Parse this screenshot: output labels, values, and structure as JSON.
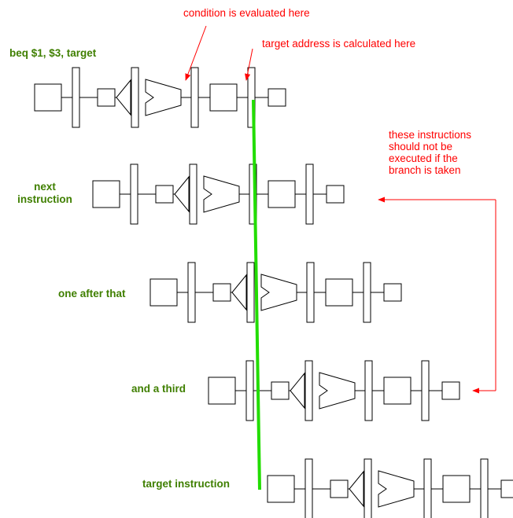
{
  "annotations": {
    "condition_label": "condition is evaluated here",
    "target_label": "target address is calculated here",
    "not_executed_label": "these instructions\nshould not be\nexecuted if the\nbranch is taken"
  },
  "instructions": [
    {
      "label": "beq $1, $3, target"
    },
    {
      "label": "next\ninstruction"
    },
    {
      "label": "one after that"
    },
    {
      "label": "and a third"
    },
    {
      "label": "target instruction"
    }
  ],
  "colors": {
    "instruction_label": "#3f7f00",
    "annotation": "#ff0000",
    "branch_line": "#22dd00",
    "outline": "#000000"
  }
}
